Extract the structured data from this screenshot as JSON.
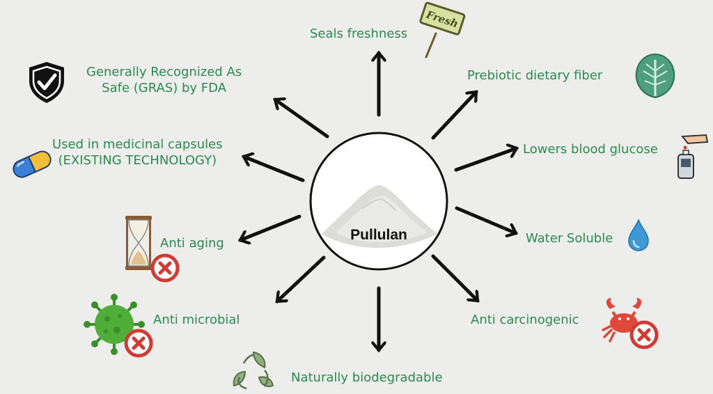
{
  "center": {
    "label": "Pullulan"
  },
  "benefits": [
    {
      "id": "seals-freshness",
      "text": "Seals freshness"
    },
    {
      "id": "prebiotic",
      "text": "Prebiotic dietary fiber"
    },
    {
      "id": "lowers-glucose",
      "text": "Lowers blood glucose"
    },
    {
      "id": "water-soluble",
      "text": "Water Soluble"
    },
    {
      "id": "anti-carcinogenic",
      "text": "Anti carcinogenic"
    },
    {
      "id": "biodegradable",
      "text": "Naturally biodegradable"
    },
    {
      "id": "anti-microbial",
      "text": "Anti microbial"
    },
    {
      "id": "anti-aging",
      "text": "Anti aging"
    },
    {
      "id": "capsules",
      "lines": [
        "Used in medicinal capsules",
        "(EXISTING TECHNOLOGY)"
      ]
    },
    {
      "id": "gras",
      "lines": [
        "Generally Recognized As",
        "Safe (GRAS) by FDA"
      ]
    }
  ],
  "fresh_sign": {
    "text": "Fresh"
  },
  "colors": {
    "label_green": "#2a8a4e",
    "arrow": "#111111",
    "circle": "#111111",
    "background": "#ededeb",
    "reject_red": "#d23a33"
  },
  "icons": {
    "fresh": "fresh-sign-icon",
    "prebiotic": "leaf-icon",
    "lowers_glucose": "glucose-meter-icon",
    "water_soluble": "water-drop-icon",
    "anti_carcinogenic": "crab-icon",
    "biodegradable": "recycle-leaves-icon",
    "anti_microbial": "virus-icon",
    "anti_aging": "hourglass-icon",
    "capsules": "capsule-pill-icon",
    "gras": "shield-check-icon",
    "reject": "x-circle-icon"
  }
}
